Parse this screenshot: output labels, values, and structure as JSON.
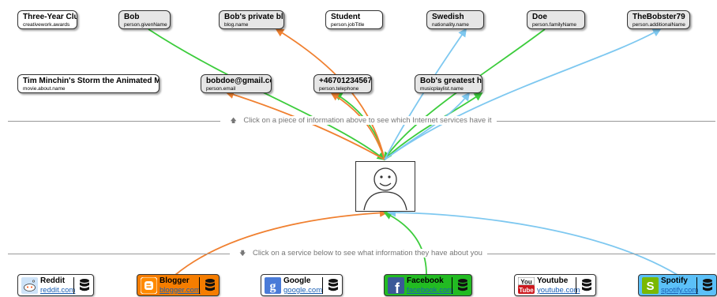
{
  "info_items": [
    {
      "title": "Three-Year Club",
      "key": "creativework.awards",
      "selected": false
    },
    {
      "title": "Bob",
      "key": "person.givenName",
      "selected": true
    },
    {
      "title": "Bob's private blog",
      "key": "blog.name",
      "selected": true
    },
    {
      "title": "Student",
      "key": "person.jobTitle",
      "selected": false
    },
    {
      "title": "Swedish",
      "key": "nationality.name",
      "selected": true
    },
    {
      "title": "Doe",
      "key": "person.familyName",
      "selected": true
    },
    {
      "title": "TheBobster79",
      "key": "person.additionalName",
      "selected": true
    },
    {
      "title": "Tim Minchin's Storm the Animated Movie",
      "key": "movie.about.name",
      "selected": false
    },
    {
      "title": "bobdoe@gmail.com",
      "key": "person.email",
      "selected": true
    },
    {
      "title": "+46701234567",
      "key": "person.telephone",
      "selected": true
    },
    {
      "title": "Bob's greatest hits",
      "key": "musicplaylist.name",
      "selected": true
    }
  ],
  "hints": {
    "top": "Click on a piece of information above to see which Internet services have it",
    "bottom": "Click on a service below to see what information they have about you"
  },
  "services": [
    {
      "name": "Reddit",
      "url": "reddit.com",
      "color": "#ffffff",
      "icon": "reddit-icon"
    },
    {
      "name": "Blogger",
      "url": "blogger.com",
      "color": "#f57d00",
      "icon": "blogger-icon"
    },
    {
      "name": "Google",
      "url": "google.com",
      "color": "#ffffff",
      "icon": "google-icon"
    },
    {
      "name": "Facebook",
      "url": "facebook.com",
      "color": "#22bb22",
      "icon": "facebook-icon"
    },
    {
      "name": "Youtube",
      "url": "youtube.com",
      "color": "#ffffff",
      "icon": "youtube-icon"
    },
    {
      "name": "Spotify",
      "url": "spotify.com",
      "color": "#5bc0f8",
      "icon": "spotify-icon"
    }
  ],
  "edge_colors": {
    "blogger": "#f08030",
    "facebook": "#3ccc3c",
    "spotify": "#7ec8f0"
  },
  "edges": [
    {
      "from": "Bob",
      "service": "Facebook"
    },
    {
      "from": "Bob's private blog",
      "service": "Blogger"
    },
    {
      "from": "Swedish",
      "service": "Spotify"
    },
    {
      "from": "Doe",
      "service": "Facebook"
    },
    {
      "from": "TheBobster79",
      "service": "Spotify"
    },
    {
      "from": "bobdoe@gmail.com",
      "service": "Blogger"
    },
    {
      "from": "+46701234567",
      "service": "Facebook"
    },
    {
      "from": "+46701234567",
      "service": "Blogger"
    },
    {
      "from": "Bob's greatest hits",
      "service": "Spotify"
    },
    {
      "from": "Bob's greatest hits",
      "service": "Facebook"
    },
    {
      "from": "avatar",
      "service": "Blogger"
    },
    {
      "from": "avatar",
      "service": "Facebook"
    },
    {
      "from": "avatar",
      "service": "Spotify"
    }
  ]
}
